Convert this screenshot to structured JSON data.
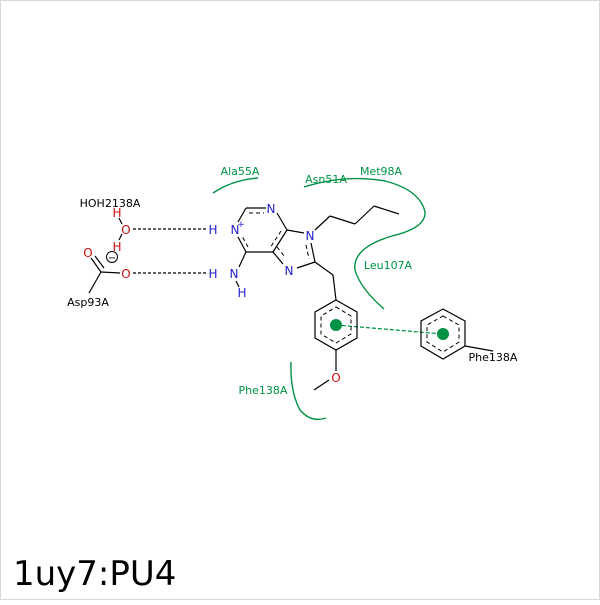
{
  "title": "1uy7:PU4",
  "colors": {
    "hydrophobic": "#009144",
    "nitrogen": "#1f1fcc",
    "oxygen": "#cc1111",
    "bond": "#000000",
    "text": "#000000",
    "frame": "#d8d8d8"
  },
  "residues": {
    "ala55": "Ala55A",
    "asn51": "Asn51A",
    "met98": "Met98A",
    "leu107": "Leu107A",
    "phe138_contact": "Phe138A",
    "phe138_stack": "Phe138A",
    "water": "HOH2138A",
    "asp93": "Asp93A"
  },
  "atoms": {
    "n_ring_top": "N",
    "n_plus": "N",
    "charge_plus": "+",
    "h_nplus": "H",
    "n_amine": "N",
    "h_amine_left": "H",
    "h_amine_bottom": "H",
    "n_imid_bottom": "N",
    "n_imid_butyl": "N",
    "o_methoxy": "O",
    "o_water": "O",
    "h_water_top": "H",
    "h_water_bottom": "H",
    "o_carbonyl": "O",
    "o_carboxylate": "O",
    "charge_minus": "−"
  }
}
